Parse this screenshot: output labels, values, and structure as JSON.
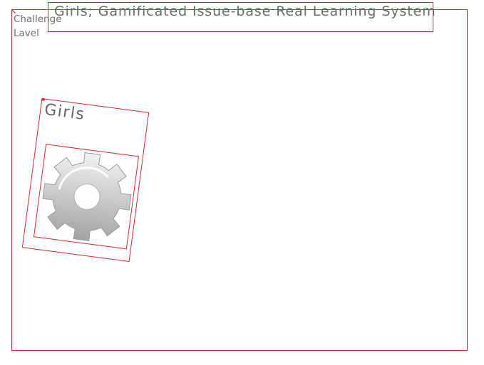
{
  "app": {
    "title": "Girls; Gamificated Issue-base Real Learning System",
    "challenge_level_label": "Challenge Lavel"
  },
  "card": {
    "label": "Girls",
    "icon": "gear-icon"
  },
  "colors": {
    "frame_border": "#d9262e",
    "text": "#6a6a6a",
    "gear_light": "#f2f2f2",
    "gear_dark": "#9f9f9f",
    "background": "#ffffff"
  }
}
